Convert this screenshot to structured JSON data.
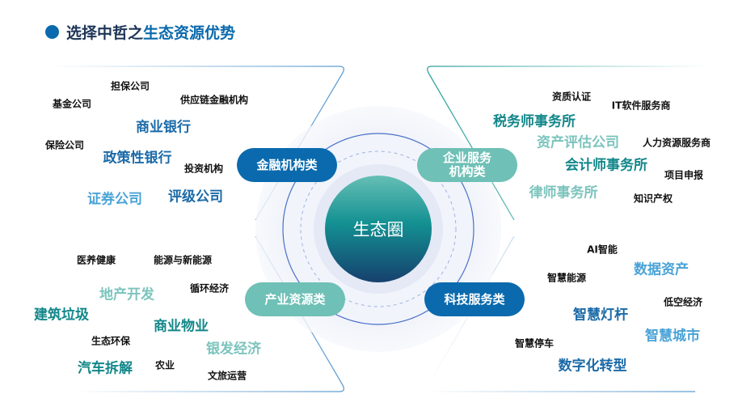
{
  "title": {
    "part1": "选择中哲之",
    "part2": "生态资源优势"
  },
  "center": "生态圈",
  "categories": {
    "finance": "金融机构类",
    "enterprise_line1": "企业服务",
    "enterprise_line2": "机构类",
    "industry": "产业资源类",
    "tech": "科技服务类"
  },
  "finance_words": [
    "担保公司",
    "基金公司",
    "供应链金融机构",
    "商业银行",
    "保险公司",
    "政策性银行",
    "投资机构",
    "证券公司",
    "评级公司"
  ],
  "enterprise_words": [
    "资质认证",
    "IT软件服务商",
    "税务师事务所",
    "资产评估公司",
    "人力资源服务商",
    "会计师事务所",
    "项目申报",
    "律师事务所",
    "知识产权"
  ],
  "industry_words": [
    "医养健康",
    "能源与新能源",
    "地产开发",
    "循环经济",
    "建筑垃圾",
    "商业物业",
    "生态环保",
    "银发经济",
    "汽车拆解",
    "农业",
    "文旅运营"
  ],
  "tech_words": [
    "AI智能",
    "数据资产",
    "智慧能源",
    "低空经济",
    "智慧灯杆",
    "智慧城市",
    "智慧停车",
    "数字化转型"
  ],
  "colors": {
    "blue": "#0a6aad",
    "teal": "#6fc0b6"
  }
}
